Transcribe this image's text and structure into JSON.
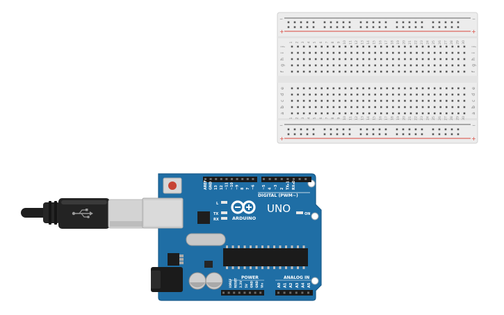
{
  "breadboard": {
    "columns": [
      "1",
      "2",
      "3",
      "4",
      "5",
      "6",
      "7",
      "8",
      "9",
      "10",
      "11",
      "12",
      "13",
      "14",
      "15",
      "16",
      "17",
      "18",
      "19",
      "20",
      "21",
      "22",
      "23",
      "24",
      "25",
      "26",
      "27",
      "28",
      "29",
      "30"
    ],
    "rows_top": [
      "j",
      "i",
      "h",
      "g",
      "f"
    ],
    "rows_bottom": [
      "e",
      "d",
      "c",
      "b",
      "a"
    ],
    "rail_minus": "−",
    "rail_plus": "+"
  },
  "arduino": {
    "logo_text": "ARDUINO",
    "model": "UNO",
    "on_label": "ON",
    "led_l": "L",
    "led_tx": "TX",
    "led_rx": "RX",
    "digital_label": "DIGITAL (PWM~)",
    "power_label": "POWER",
    "analog_label": "ANALOG IN",
    "digital_pins": [
      "AREF",
      "GND",
      "13",
      "12",
      "~11",
      "~10",
      "~9",
      "8",
      "7",
      "~6",
      "~5",
      "4",
      "~3",
      "2",
      "TX▸1",
      "RX◂0"
    ],
    "power_pins": [
      "IOREF",
      "RESET",
      "3.3V",
      "5V",
      "GND",
      "GND",
      "Vin"
    ],
    "analog_pins": [
      "A0",
      "A1",
      "A2",
      "A3",
      "A4",
      "A5"
    ]
  },
  "colors": {
    "board_blue": "#1f6ea5",
    "board_edge": "#175a8a",
    "rail_red": "#d9463c",
    "breadboard": "#eeeeee",
    "usb_gray": "#c9c9c9",
    "cable_black": "#1e1e1e"
  },
  "icons": [
    "usb-symbol-icon",
    "arduino-infinity-logo-icon"
  ]
}
